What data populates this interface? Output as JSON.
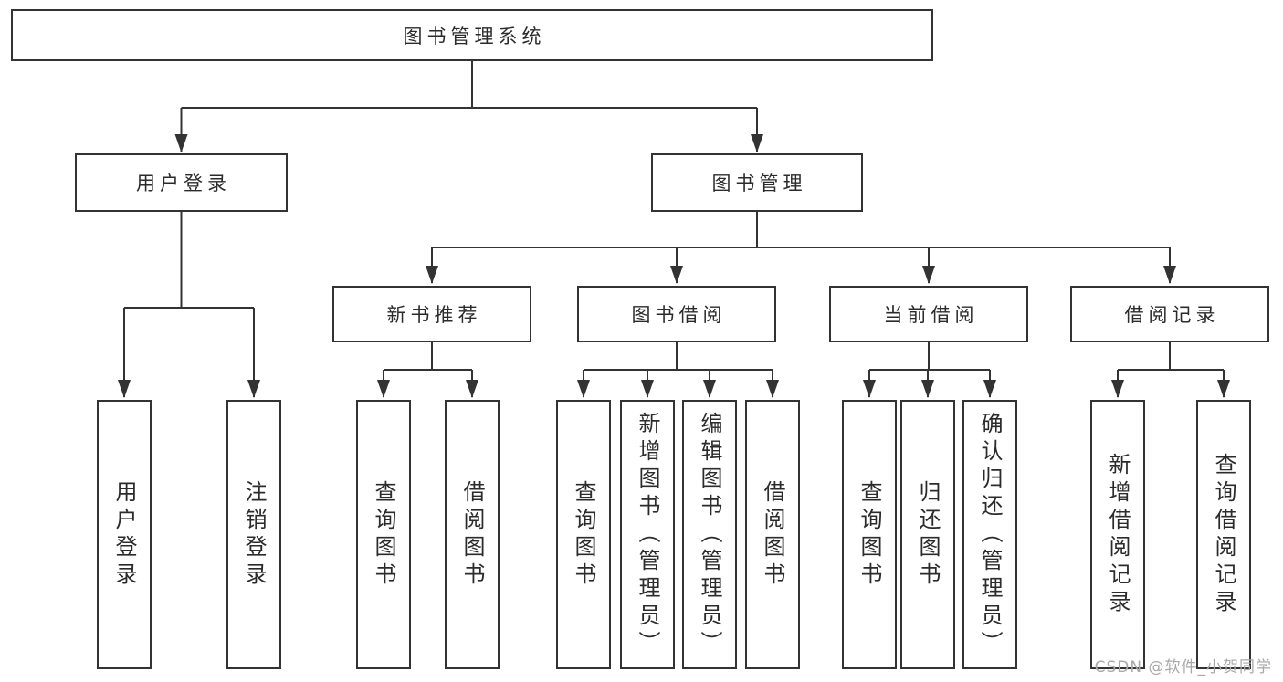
{
  "diagram": {
    "tree": {
      "root": "图书管理系统",
      "children": [
        {
          "label": "用户登录",
          "children": [
            "用户登录",
            "注销登录"
          ]
        },
        {
          "label": "图书管理",
          "children": [
            {
              "label": "新书推荐",
              "children": [
                "查询图书",
                "借阅图书"
              ]
            },
            {
              "label": "图书借阅",
              "children": [
                "查询图书",
                "新增图书（管理员）",
                "编辑图书（管理员）",
                "借阅图书"
              ]
            },
            {
              "label": "当前借阅",
              "children": [
                "查询图书",
                "归还图书",
                "确认归还（管理员）"
              ]
            },
            {
              "label": "借阅记录",
              "children": [
                "新增借阅记录",
                "查询借阅记录"
              ]
            }
          ]
        }
      ]
    },
    "colors": {
      "line": "#333333",
      "node_border": "#333333",
      "node_fill": "#ffffff",
      "node_text": "#2b2b2b",
      "watermark_text": "#a8a8a8",
      "background": "#ffffff"
    }
  },
  "watermark": {
    "text": "CSDN @软件_小贺同学"
  }
}
